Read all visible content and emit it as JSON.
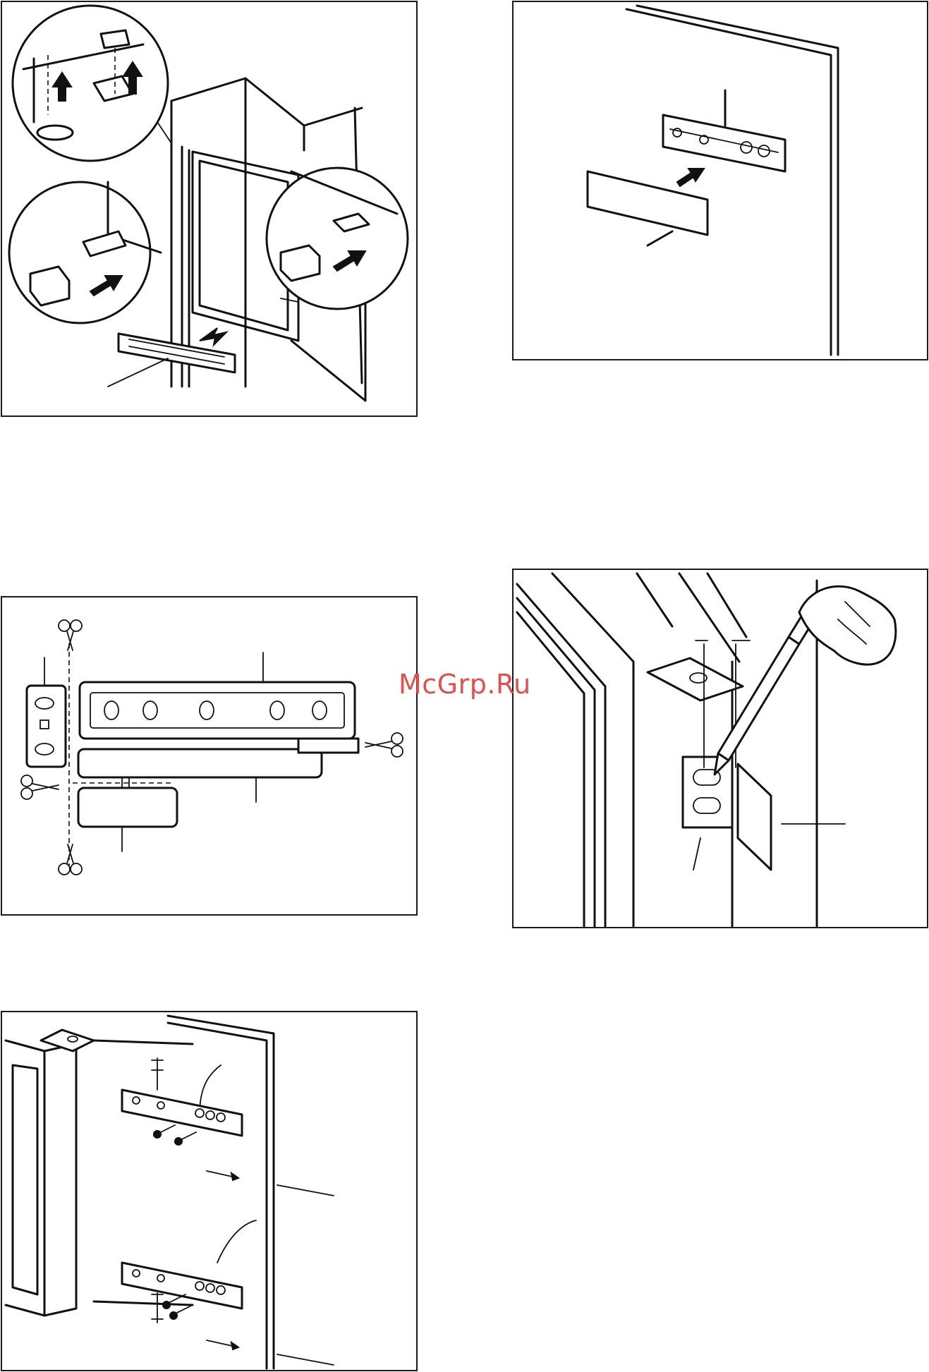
{
  "watermark": {
    "text": "McGrp.Ru",
    "color": "#e0504f"
  },
  "figures": [
    {
      "id": "fig-hinge-cover-removal",
      "icon": "appliance-niche-spacer-illustration"
    },
    {
      "id": "fig-bracket-on-door",
      "icon": "door-bracket-illustration"
    },
    {
      "id": "fig-cut-parts",
      "icon": "scissors-cut-parts-illustration"
    },
    {
      "id": "fig-mark-holes",
      "icon": "pencil-marking-illustration"
    },
    {
      "id": "fig-fix-brackets",
      "icon": "screw-brackets-illustration"
    }
  ]
}
